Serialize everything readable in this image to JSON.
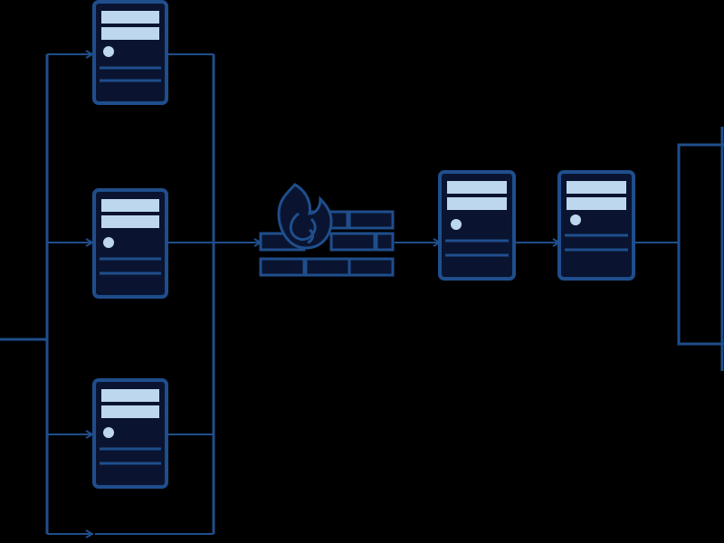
{
  "colors": {
    "background": "#000000",
    "line": "#1f4e8c",
    "server_fill": "#0a1430",
    "server_band": "#bdd7ee",
    "firewall_fill": "#0a1430",
    "label_text": "#1f4e8c"
  },
  "nodes": [
    {
      "id": "server-top",
      "kind": "server",
      "icon": "server-icon",
      "label": ""
    },
    {
      "id": "server-middle",
      "kind": "server",
      "icon": "server-icon",
      "label": ""
    },
    {
      "id": "server-bottom",
      "kind": "server",
      "icon": "server-icon",
      "label": ""
    },
    {
      "id": "firewall",
      "kind": "firewall",
      "icon": "firewall-icon",
      "label": ""
    },
    {
      "id": "server-right-1",
      "kind": "server",
      "icon": "server-icon",
      "label": ""
    },
    {
      "id": "server-right-2",
      "kind": "server",
      "icon": "server-icon",
      "label": ""
    }
  ],
  "connections": [
    {
      "from": "input",
      "to": "server-top"
    },
    {
      "from": "input",
      "to": "server-middle"
    },
    {
      "from": "input",
      "to": "server-bottom"
    },
    {
      "from": "servers-bus",
      "to": "firewall"
    },
    {
      "from": "firewall",
      "to": "server-right-1"
    },
    {
      "from": "server-right-1",
      "to": "server-right-2"
    },
    {
      "from": "server-right-2",
      "to": "output-bracket"
    }
  ]
}
